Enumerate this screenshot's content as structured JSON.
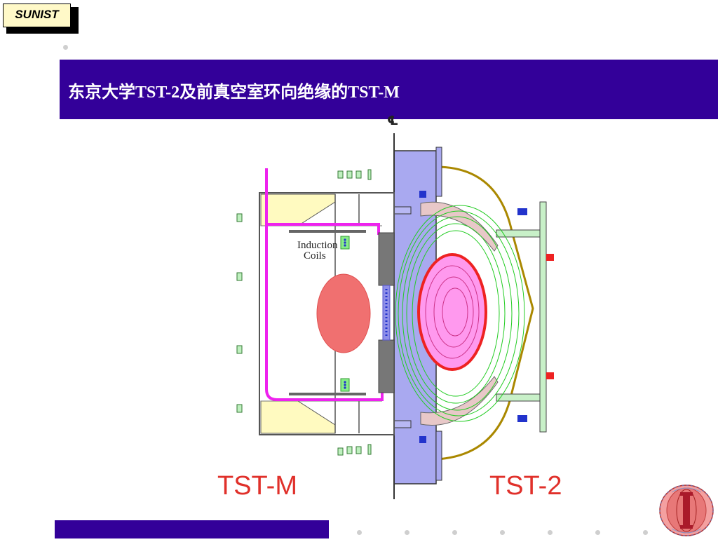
{
  "logo": {
    "text": "SUNIST"
  },
  "title": "东京大学TST-2及前真空室环向绝缘的TST-M",
  "diagram": {
    "centerline_symbol": "℄",
    "coil_label_line1": "Induction",
    "coil_label_line2": "Coils",
    "left_label": "TST-M",
    "right_label": "TST-2"
  },
  "colors": {
    "title_bar": "#330099",
    "label_red": "#e0302a",
    "vessel_purple": "#9999ee",
    "coil_magenta": "#ee22ee",
    "plasma_pink": "#ff99ee",
    "plasma_red": "#f07070",
    "flux_green": "#22cc22"
  }
}
